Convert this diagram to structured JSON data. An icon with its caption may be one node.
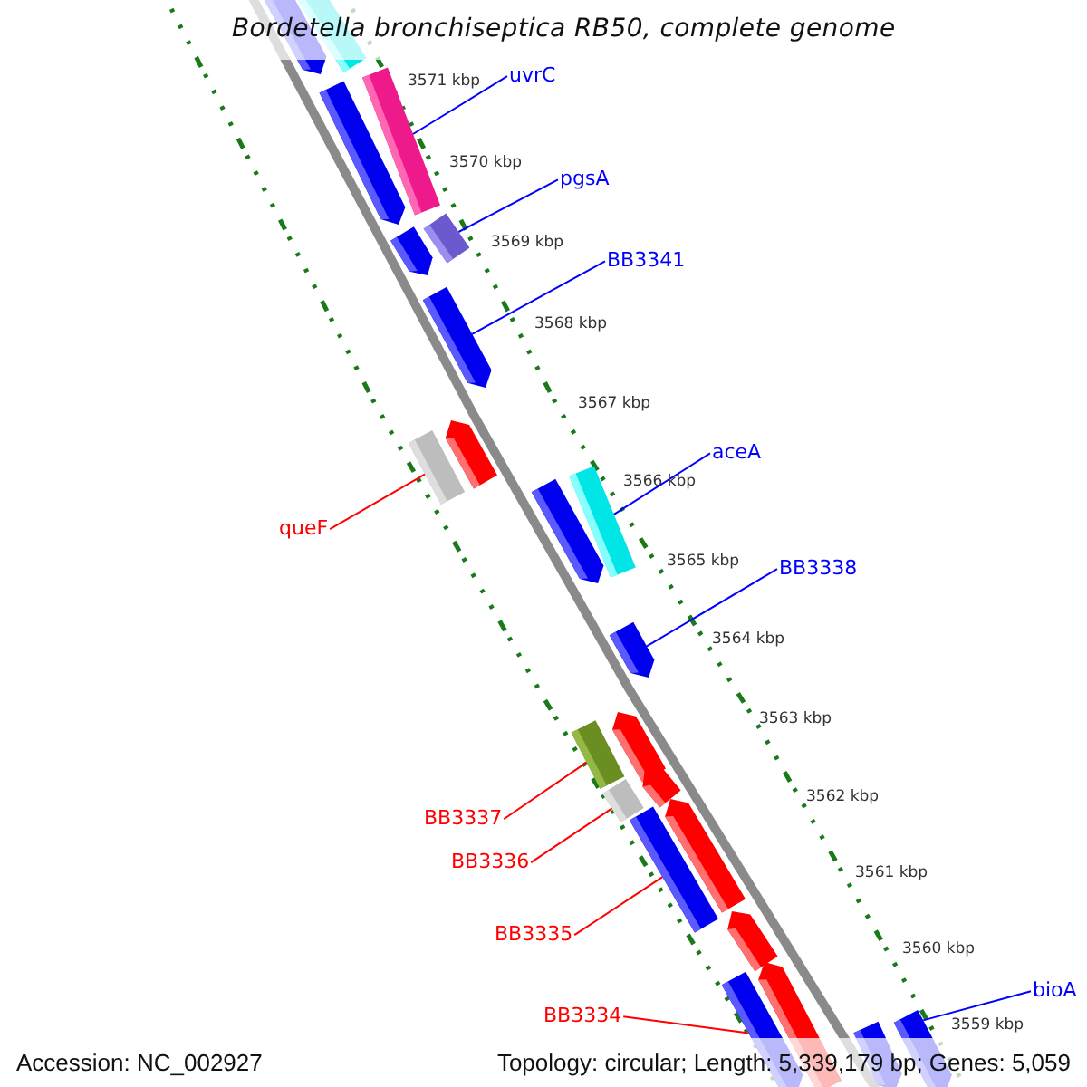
{
  "diagram": {
    "title": "Bordetella bronchiseptica RB50, complete genome",
    "nodes": [
      {
        "text": [],
        "shape": "arrow"
      },
      {
        "text": [],
        "shape": "bar"
      },
      {
        "text": [
          "uvrC"
        ]
      },
      {
        "text": [],
        "shape": "arrow"
      },
      {
        "text": [],
        "shape": "bar"
      },
      {
        "text": [
          "pgsA"
        ]
      },
      {
        "text": [],
        "shape": "bar"
      },
      {
        "text": [],
        "shape": "arrow"
      },
      {
        "text": [
          "BB3341"
        ]
      },
      {
        "text": [],
        "shape": "arrow"
      },
      {
        "text": [],
        "shape": "arrow"
      },
      {
        "text": [],
        "shape": "bar"
      },
      {
        "text": [
          "aceA"
        ]
      },
      {
        "text": [],
        "shape": "bar"
      },
      {
        "text": [],
        "shape": "arrow"
      },
      {
        "text": [
          "queF"
        ]
      },
      {
        "text": [
          "BB3338"
        ]
      },
      {
        "text": [],
        "shape": "arrow"
      },
      {
        "text": [],
        "shape": "arrow"
      },
      {
        "text": [],
        "shape": "bar"
      },
      {
        "text": [],
        "shape": "arrow"
      },
      {
        "text": [],
        "shape": "bar"
      },
      {
        "text": [],
        "shape": "arrow"
      },
      {
        "text": [],
        "shape": "bar"
      },
      {
        "text": [
          "BB3337"
        ]
      },
      {
        "text": [
          "BB3336"
        ]
      },
      {
        "text": [],
        "shape": "arrow"
      },
      {
        "text": [
          "BB3335"
        ]
      },
      {
        "text": [],
        "shape": "arrow"
      },
      {
        "text": [],
        "shape": "arrow"
      },
      {
        "text": [
          "bioA"
        ]
      },
      {
        "text": [
          "BB3334"
        ]
      },
      {
        "text": [],
        "shape": "arrow"
      },
      {
        "text": [],
        "shape": "arrow"
      }
    ],
    "edges": [
      {
        "from": 2,
        "to": 4,
        "arrow": "none"
      },
      {
        "from": 5,
        "to": 6,
        "arrow": "none"
      },
      {
        "from": 8,
        "to": 9,
        "arrow": "none"
      },
      {
        "from": 12,
        "to": 13,
        "arrow": "none"
      },
      {
        "from": 15,
        "to": 11,
        "arrow": "none",
        "color": "#ff0000"
      },
      {
        "from": 16,
        "to": 17,
        "arrow": "none"
      },
      {
        "from": 24,
        "to": 19,
        "arrow": "none",
        "color": "#ff0000"
      },
      {
        "from": 25,
        "to": 21,
        "arrow": "none",
        "color": "#ff0000"
      },
      {
        "from": 27,
        "to": 23,
        "arrow": "none",
        "color": "#ff0000"
      },
      {
        "from": 31,
        "to": 29,
        "arrow": "none",
        "color": "#ff0000"
      },
      {
        "from": 30,
        "to": 32,
        "arrow": "none"
      }
    ],
    "labels": [
      "3571 kbp",
      "3570 kbp",
      "3569 kbp",
      "3568 kbp",
      "3567 kbp",
      "3566 kbp",
      "3565 kbp",
      "3564 kbp",
      "3563 kbp",
      "3562 kbp",
      "3561 kbp",
      "3560 kbp",
      "3559 kbp",
      "Accession: NC_002927",
      "Topology: circular; Length: 5,339,179 bp; Genes: 5,059"
    ]
  }
}
